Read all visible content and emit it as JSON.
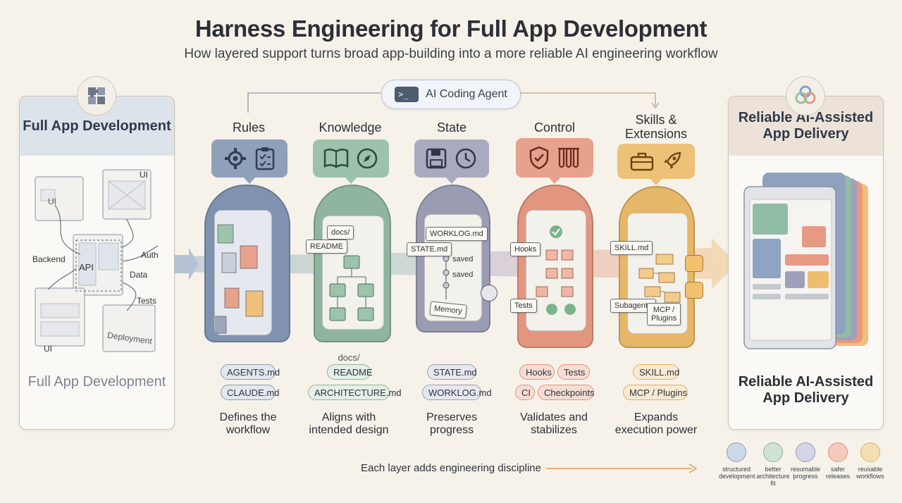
{
  "header": {
    "title": "Harness Engineering for Full App Development",
    "subtitle": "How layered support turns broad app-building into a more reliable AI engineering workflow"
  },
  "agent": {
    "label": "AI Coding Agent",
    "icon": "terminal-icon",
    "prompt_glyph": ">_"
  },
  "left_panel": {
    "title": "Full App Development",
    "footer": "Full App Development",
    "icon": "puzzle-icon",
    "sketch_labels": [
      "UI",
      "UI",
      "UI",
      "Backend",
      "API",
      "Auth",
      "Data",
      "Tests",
      "Deployment"
    ]
  },
  "right_panel": {
    "title": "Reliable AI-Assisted App Delivery",
    "footer": "Reliable AI-Assisted App Delivery",
    "icon": "openai-knot-icon"
  },
  "layers": [
    {
      "title": "Rules",
      "color": "#8497b3",
      "bubble": "#8ea0ba",
      "icons": [
        "gear-icon",
        "checklist-icon"
      ],
      "screen_tags": [],
      "small_label": "",
      "chips": [
        "AGENTS.md",
        "CLAUDE.md"
      ],
      "description": "Defines the workflow"
    },
    {
      "title": "Knowledge",
      "color": "#8fb5a0",
      "bubble": "#9cc2ab",
      "icons": [
        "book-icon",
        "compass-icon"
      ],
      "screen_tags": [
        "docs/",
        "README"
      ],
      "small_label": "docs/",
      "chips": [
        "README",
        "ARCHITECTURE.md"
      ],
      "description": "Aligns with intended design"
    },
    {
      "title": "State",
      "color": "#9a9cb4",
      "bubble": "#a8aac0",
      "icons": [
        "floppy-disk-icon",
        "clock-icon"
      ],
      "screen_tags": [
        "WORKLOG.md",
        "STATE.md",
        "saved",
        "saved",
        "Memory"
      ],
      "small_label": "",
      "chips": [
        "STATE.md",
        "WORKLOG.md"
      ],
      "description": "Preserves progress"
    },
    {
      "title": "Control",
      "color": "#e3967f",
      "bubble": "#e8a18c",
      "icons": [
        "shield-check-icon",
        "test-tubes-icon"
      ],
      "screen_tags": [
        "Hooks",
        "Tests"
      ],
      "small_label": "",
      "chips": [
        "Hooks",
        "Tests",
        "CI",
        "Checkpoints"
      ],
      "description": "Validates and stabilizes"
    },
    {
      "title": "Skills & Extensions",
      "color": "#e7b768",
      "bubble": "#eec178",
      "icons": [
        "toolbox-icon",
        "rocket-icon"
      ],
      "screen_tags": [
        "SKILL.md",
        "Subagents",
        "MCP / Plugins"
      ],
      "small_label": "",
      "chips": [
        "SKILL.md",
        "MCP / Plugins"
      ],
      "description": "Expands execution power"
    }
  ],
  "footer": {
    "caption": "Each layer adds engineering discipline"
  },
  "benefits": [
    {
      "label": "structured development",
      "color": "#cdd8e8",
      "icon": "structure-icon"
    },
    {
      "label": "better architecture fit",
      "color": "#cfe3d4",
      "icon": "architecture-icon"
    },
    {
      "label": "resumable progress",
      "color": "#d4d5e6",
      "icon": "pause-icon"
    },
    {
      "label": "safer releases",
      "color": "#f3cbbd",
      "icon": "shield-icon"
    },
    {
      "label": "reusable workflows",
      "color": "#f4dfb4",
      "icon": "refresh-icon"
    }
  ]
}
